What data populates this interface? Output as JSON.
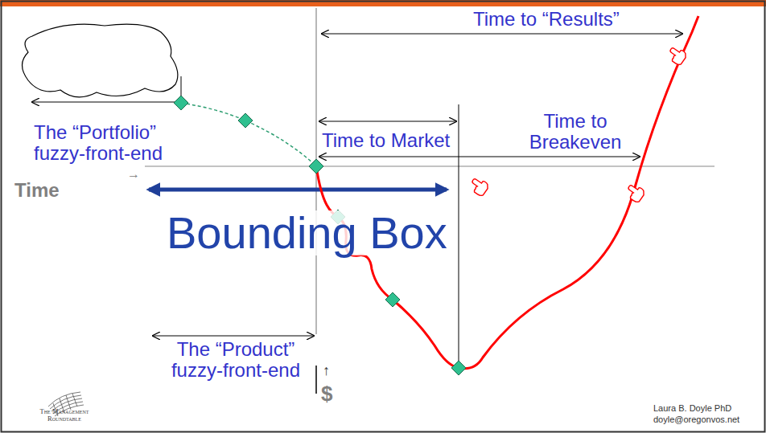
{
  "diagram": {
    "labels": [
      "Time to “Results”",
      "Time to Market",
      "Time to Breakeven",
      "The “Portfolio” fuzzy-front-end",
      "Time",
      "→",
      "Bounding Box",
      "The “Product” fuzzy-front-end",
      "↑",
      "$",
      "The Management Roundtable",
      "Laura B. Doyle PhD",
      "doyle@oregonvos.net"
    ]
  }
}
